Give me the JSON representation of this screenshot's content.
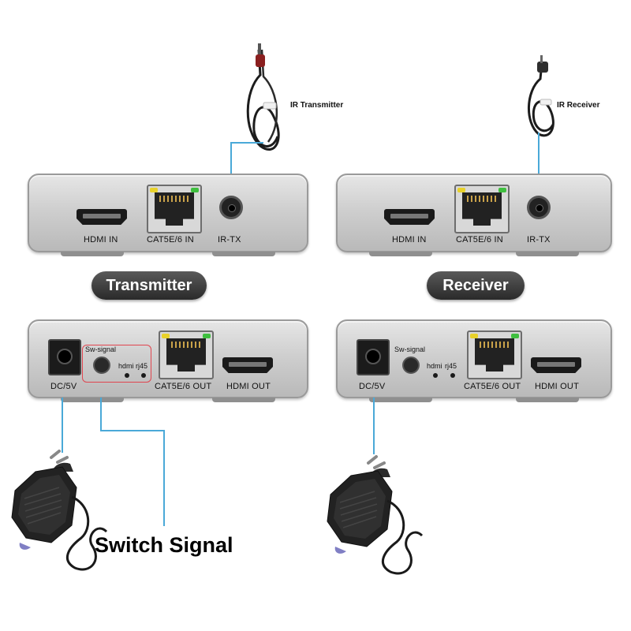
{
  "cables": {
    "ir_transmitter_label": "IR Transmitter",
    "ir_receiver_label": "IR Receiver"
  },
  "transmitter": {
    "title": "Transmitter",
    "front": {
      "hdmi_in": "HDMI IN",
      "cat_in": "CAT5E/6 IN",
      "ir_tx": "IR-TX"
    },
    "back": {
      "dc": "DC/5V",
      "sw_signal": "Sw-signal",
      "hdmi_led": "hdmi",
      "rj45_led": "rj45",
      "cat_out": "CAT5E/6 OUT",
      "hdmi_out": "HDMI OUT"
    }
  },
  "receiver": {
    "title": "Receiver",
    "front": {
      "hdmi_in": "HDMI IN",
      "cat_in": "CAT5E/6 IN",
      "ir_tx": "IR-TX"
    },
    "back": {
      "dc": "DC/5V",
      "sw_signal": "Sw-signal",
      "hdmi_led": "hdmi",
      "rj45_led": "rj45",
      "cat_out": "CAT5E/6 OUT",
      "hdmi_out": "HDMI OUT"
    }
  },
  "callout": {
    "switch_signal": "Switch Signal"
  },
  "colors": {
    "pointer_line": "#4aa9d8",
    "highlight_box": "#e0454f",
    "led_yellow": "#e8d12a",
    "led_green": "#3fbf3f"
  }
}
